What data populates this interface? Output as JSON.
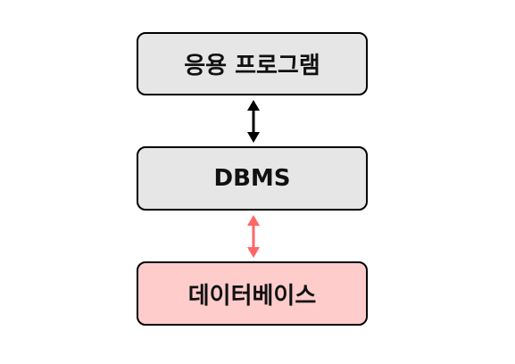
{
  "diagram": {
    "nodes": {
      "application": {
        "label": "응용 프로그램",
        "fill": "#e6e6e6"
      },
      "dbms": {
        "label": "DBMS",
        "fill": "#e6e6e6"
      },
      "database": {
        "label": "데이터베이스",
        "fill": "#ffcccc"
      }
    },
    "edges": [
      {
        "from": "application",
        "to": "dbms",
        "direction": "both",
        "color": "#000000"
      },
      {
        "from": "dbms",
        "to": "database",
        "direction": "both",
        "color": "#ff6666"
      }
    ]
  }
}
